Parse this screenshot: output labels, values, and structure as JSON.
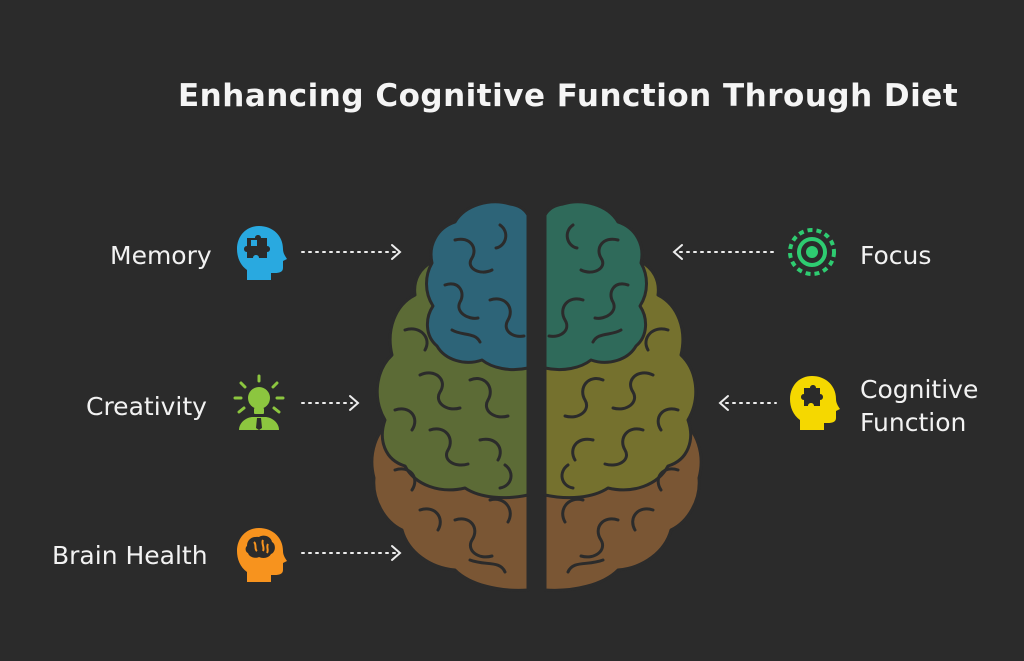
{
  "title": "Enhancing Cognitive Function Through Diet",
  "items": [
    {
      "label": "Memory",
      "icon": "head-puzzle-icon",
      "color": "#29a9e0"
    },
    {
      "label": "Creativity",
      "icon": "lightbulb-person-icon",
      "color": "#8cc63f"
    },
    {
      "label": "Brain Health",
      "icon": "head-brain-icon",
      "color": "#f7931e"
    },
    {
      "label": "Focus",
      "icon": "target-icon",
      "color": "#2ecc71"
    },
    {
      "label": "Cognitive Function",
      "label_line1": "Cognitive",
      "label_line2": "Function",
      "icon": "head-puzzle-icon",
      "color": "#f5d800"
    }
  ],
  "brain_colors": {
    "top_left": "#2d6478",
    "top_right": "#2f6a5a",
    "middle_left": "#5c6b36",
    "middle_right": "#75712e",
    "bottom": "#7a5634"
  }
}
